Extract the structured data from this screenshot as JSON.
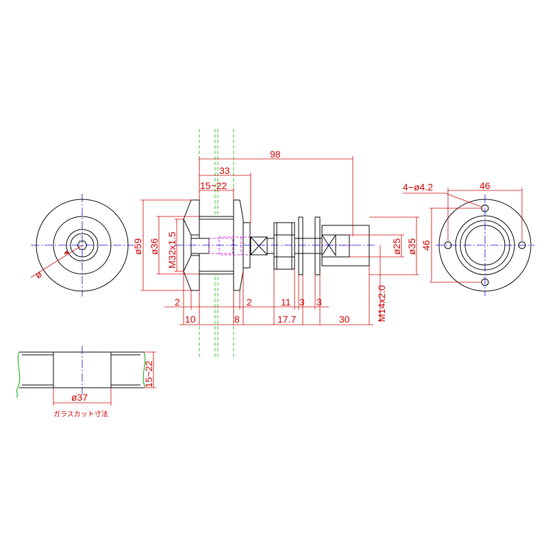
{
  "dimensions": {
    "overall_length": "98",
    "length_33": "33",
    "glass_range": "15~22",
    "dia_59": "ø59",
    "dia_36": "ø36",
    "thread_m32": "M32x1.5",
    "dim_2_left": "2",
    "dim_2_right": "2",
    "dim_10": "10",
    "dim_8": "8",
    "dim_11": "11",
    "dim_3_a": "3",
    "dim_3_b": "3",
    "dim_17_7": "17.7",
    "dim_30": "30",
    "dia_25": "ø25",
    "dia_35": "ø35",
    "thread_m14": "M14x2.0",
    "holes": "4−ø4.2",
    "pcd_46_h": "46",
    "pcd_46_v": "46",
    "dia_small_left": "ø",
    "glass_cut_dia": "ø37",
    "glass_cut_thickness": "15~22"
  },
  "labels": {
    "glass_cut_size": "ガラスカット寸法"
  },
  "colors": {
    "object": "#000000",
    "dimension": "#cc0000",
    "centerline": "#0000cc",
    "glass": "#00bb00",
    "hidden": "#cc00cc"
  }
}
